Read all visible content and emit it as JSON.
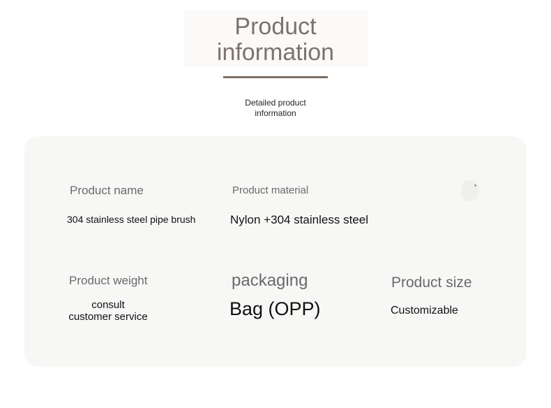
{
  "header": {
    "title_line1": "Product",
    "title_line2": "information",
    "subtitle_line1": "Detailed product",
    "subtitle_line2": "information"
  },
  "specs": {
    "name_label": "Product name",
    "name_value": "304 stainless steel pipe brush",
    "material_label": "Product material",
    "material_value": "Nylon +304 stainless steel",
    "weight_label": "Product weight",
    "weight_value_line1": "consult",
    "weight_value_line2": "customer service",
    "packaging_label": "packaging",
    "packaging_value": "Bag (OPP)",
    "size_label": "Product size",
    "size_value": "Customizable"
  },
  "colors": {
    "title": "#7c736e",
    "divider": "#7b6f66",
    "panel": "#f7f7f6",
    "label": "#6a6a6a"
  }
}
